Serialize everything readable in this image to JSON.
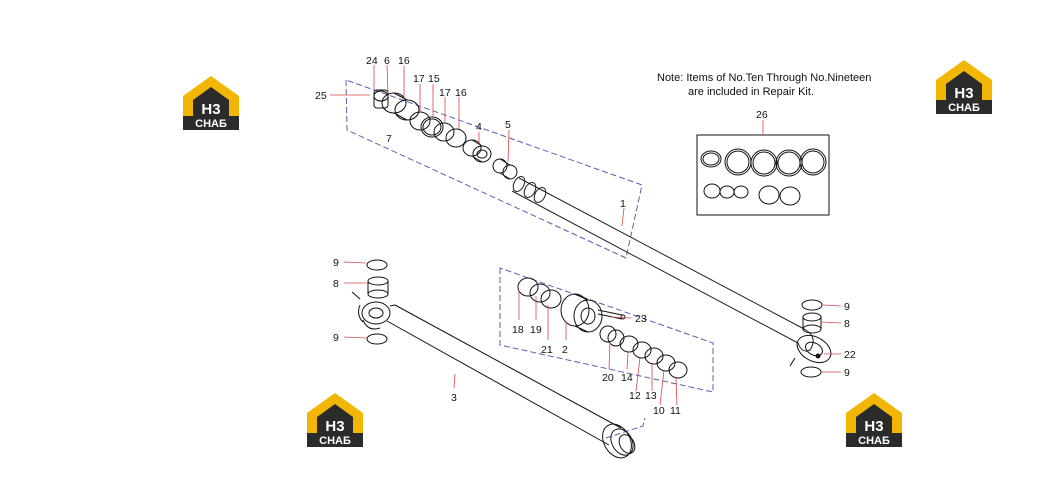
{
  "note": {
    "line1": "Note: Items of No.Ten Through No.Nineteen",
    "line2": "are included in Repair Kit."
  },
  "kit_label": "26",
  "logo": {
    "letters": "H3",
    "wordmark": "СНАБ",
    "colors": {
      "yellow": "#f2b705",
      "dark": "#2b2b2b",
      "white": "#ffffff"
    }
  },
  "labels": {
    "p24": "24",
    "p6a": "6",
    "p16a": "16",
    "p25": "25",
    "p7": "7",
    "p17a": "17",
    "p15": "15",
    "p17b": "17",
    "p16b": "16",
    "p4": "4",
    "p5": "5",
    "p1": "1",
    "p9a": "9",
    "p8a": "8",
    "p9b": "9",
    "p3": "3",
    "p18": "18",
    "p19": "19",
    "p21": "21",
    "p2": "2",
    "p23": "23",
    "p20": "20",
    "p14": "14",
    "p12": "12",
    "p13": "13",
    "p10": "10",
    "p11": "11",
    "p9c": "9",
    "p8b": "8",
    "p22": "22",
    "p9d": "9"
  }
}
